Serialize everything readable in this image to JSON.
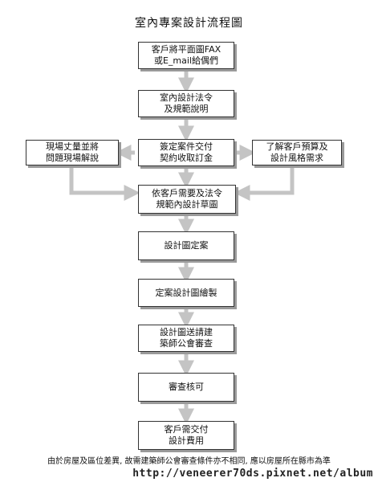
{
  "title": "室內專案設計流程圖",
  "steps": {
    "step1": "客戶將平面圖FAX\n或E_mail給偶們",
    "step2": "室內設計法令\n及規範說明",
    "step3": "簽定案件交付\n契約收取訂金",
    "step3_left": "現場丈量並將\n問題現場解說",
    "step3_right": "了解客戶預算及\n設計風格需求",
    "step4": "依客戶需要及法令\n規範內設計草圖",
    "step5": "設計圖定案",
    "step6": "定案設計圖繪製",
    "step7": "設計圖送請建\n築師公會審查",
    "step8": "審查核可",
    "step9": "客戶需交付\n設計費用"
  },
  "footer": "由於房屋及區位差異, 故需建築師公會審查條件亦不相同, 應以房屋所在縣市為準",
  "watermark": "http://veneerer70ds.pixnet.net/album",
  "colors": {
    "arrow": "#c4c4c4",
    "box_border": "#333333",
    "box_shadow": "#9a9a9a"
  }
}
